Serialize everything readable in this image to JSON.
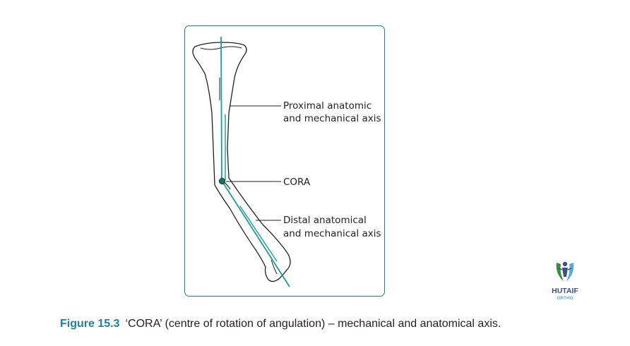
{
  "diagram": {
    "labels": {
      "proximal_axis_line1": "Proximal anatomic",
      "proximal_axis_line2": "and mechanical axis",
      "cora": "CORA",
      "distal_axis_line1": "Distal anatomical",
      "distal_axis_line2": "and mechanical axis"
    },
    "colors": {
      "axis": "#1a9e94",
      "outline": "#231f20",
      "border": "#1f7fa0",
      "cora_dot": "#1b6f64"
    }
  },
  "logo": {
    "name": "HUTAIF",
    "sub": "ORTHO",
    "icon": "figure-icon"
  },
  "caption": {
    "figure_number": "Figure 15.3",
    "text": "‘CORA’ (centre of rotation of angulation) – mechanical and anatomical axis."
  }
}
